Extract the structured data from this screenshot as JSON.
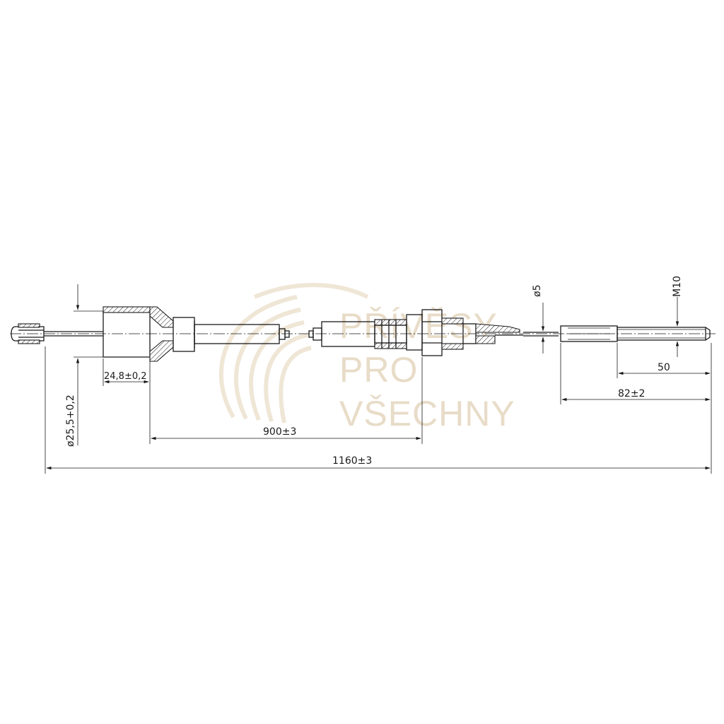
{
  "watermark": {
    "line1": "PŘÍVĚSY",
    "line2": "PRO",
    "line3": "VŠECHNY",
    "color": "#e8dcc8"
  },
  "dimensions": {
    "bore_diameter": "ø25,5+0,2",
    "housing_length": "24,8±0,2",
    "length_900": "900±3",
    "overall_length": "1160±3",
    "cable_diameter": "ø5",
    "thread": "M10",
    "thread_length": "50",
    "end_length": "82±2"
  }
}
